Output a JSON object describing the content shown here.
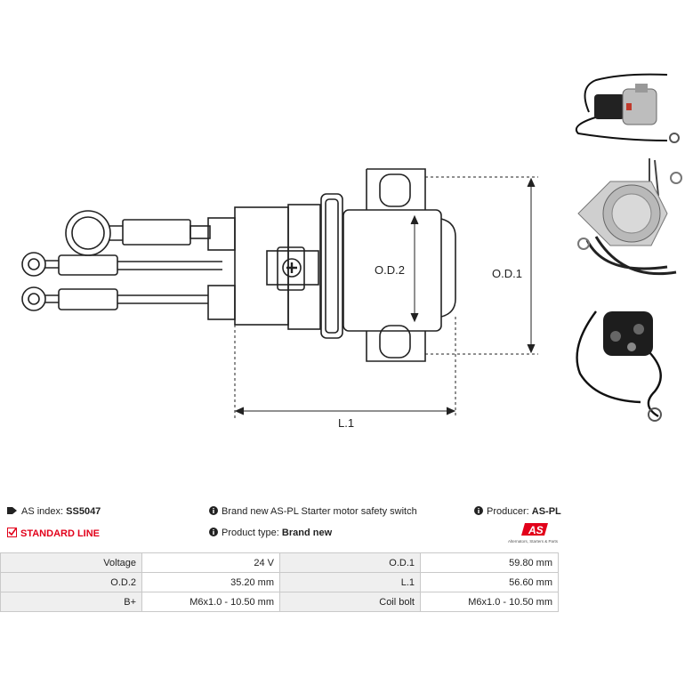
{
  "drawing": {
    "od2_label": "O.D.2",
    "od1_label": "O.D.1",
    "l1_label": "L.1"
  },
  "header": {
    "as_index_label": "AS index:",
    "as_index_value": "SS5047",
    "line_label": "STANDARD LINE",
    "description": "Brand new AS-PL Starter motor safety switch",
    "product_type_label": "Product type:",
    "product_type_value": "Brand new",
    "producer_label": "Producer:",
    "producer_value": "AS-PL",
    "logo_text": "AS",
    "logo_tagline": "Alternators, Starters & Parts"
  },
  "specs": [
    {
      "l1": "Voltage",
      "v1": "24 V",
      "l2": "O.D.1",
      "v2": "59.80 mm"
    },
    {
      "l1": "O.D.2",
      "v1": "35.20 mm",
      "l2": "L.1",
      "v2": "56.60 mm"
    },
    {
      "l1": "B+",
      "v1": "M6x1.0 - 10.50 mm",
      "l2": "Coil bolt",
      "v2": "M6x1.0 - 10.50 mm"
    }
  ],
  "colors": {
    "accent": "#e2001a",
    "line": "#222222"
  }
}
